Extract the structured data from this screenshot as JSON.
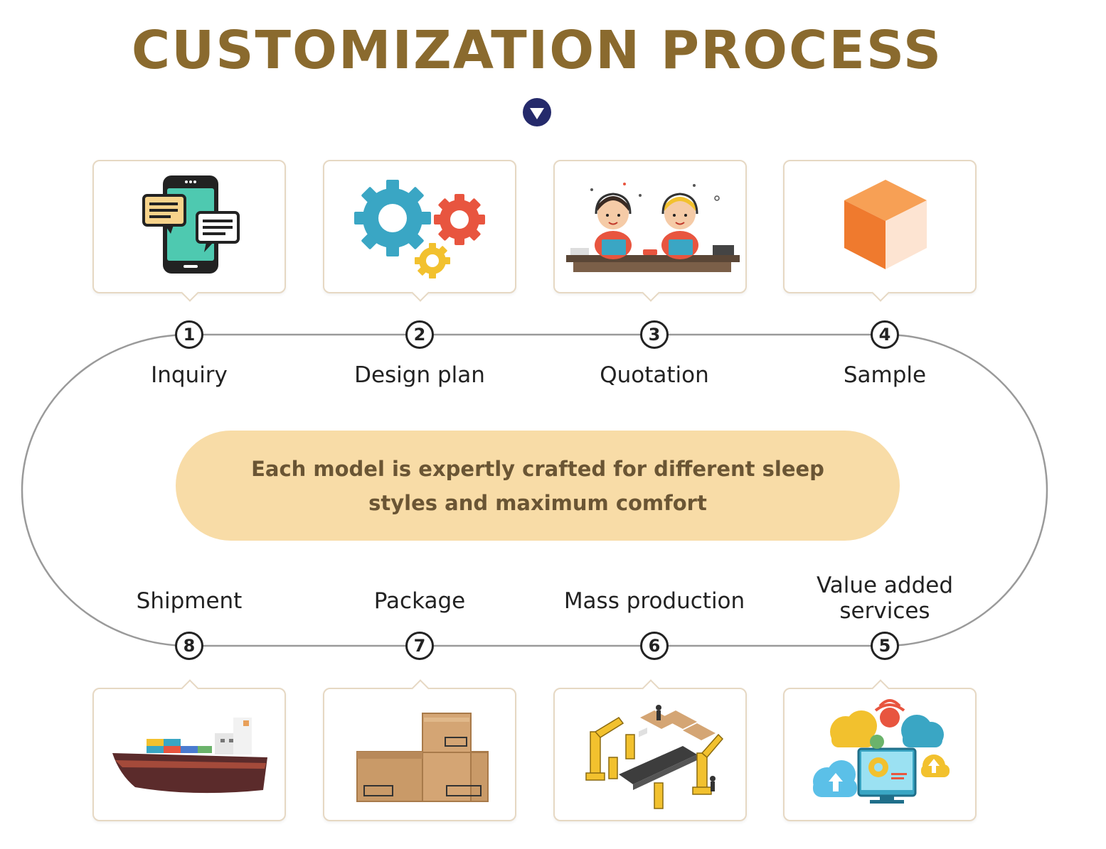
{
  "title": "CUSTOMIZATION PROCESS",
  "center_text": "Each model is expertly crafted for different sleep styles and maximum comfort",
  "colors": {
    "title": "#8a6a2e",
    "pill": "#f8dca7",
    "pill_text": "#6a5534",
    "track": "#9a9a9a",
    "badge": "#252a6b"
  },
  "steps": [
    {
      "num": "1",
      "label": "Inquiry",
      "icon": "smartphone-chat-icon"
    },
    {
      "num": "2",
      "label": "Design plan",
      "icon": "gears-icon"
    },
    {
      "num": "3",
      "label": "Quotation",
      "icon": "customer-service-agents-icon"
    },
    {
      "num": "4",
      "label": "Sample",
      "icon": "box-cube-icon"
    },
    {
      "num": "5",
      "label": "Value added services",
      "icon": "cloud-network-icon"
    },
    {
      "num": "6",
      "label": "Mass production",
      "icon": "factory-robots-icon"
    },
    {
      "num": "7",
      "label": "Package",
      "icon": "cardboard-boxes-icon"
    },
    {
      "num": "8",
      "label": "Shipment",
      "icon": "cargo-ship-icon"
    }
  ]
}
